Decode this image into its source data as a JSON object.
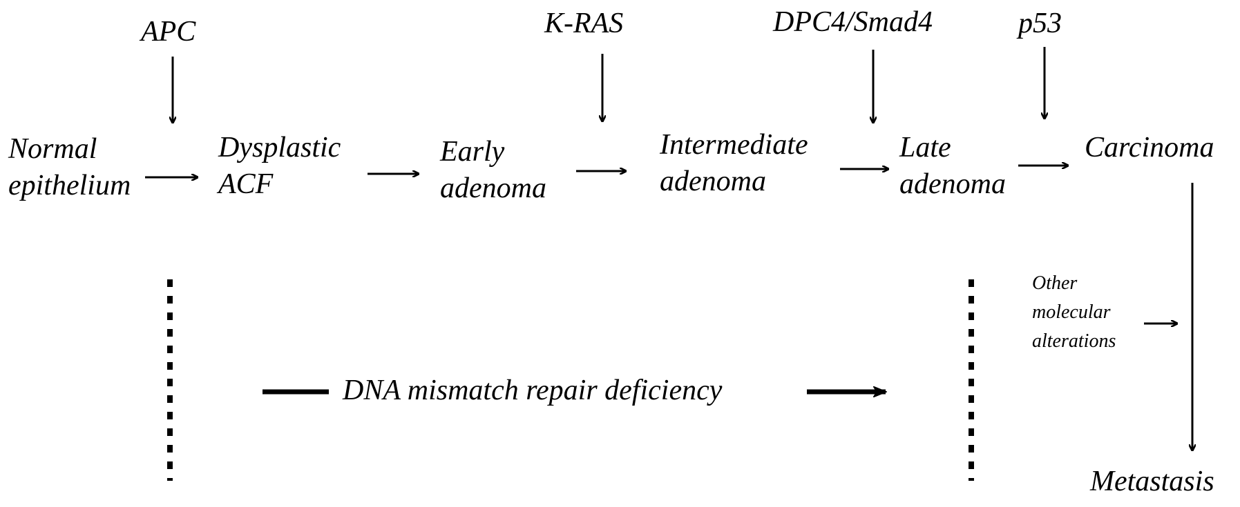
{
  "diagram": {
    "genes": {
      "apc": "APC",
      "kras": "K-RAS",
      "dpc4": "DPC4/Smad4",
      "p53": "p53"
    },
    "stages": [
      {
        "id": "normal",
        "line1": "Normal",
        "line2": "epithelium"
      },
      {
        "id": "dysplastic",
        "line1": "Dysplastic",
        "line2": "ACF"
      },
      {
        "id": "early",
        "line1": "Early",
        "line2": "adenoma"
      },
      {
        "id": "intermediate",
        "line1": "Intermediate",
        "line2": "adenoma"
      },
      {
        "id": "late",
        "line1": "Late",
        "line2": "adenoma"
      },
      {
        "id": "carcinoma",
        "line1": "Carcinoma",
        "line2": ""
      }
    ],
    "metastasis": "Metastasis",
    "mismatch_repair": "DNA mismatch repair deficiency",
    "other": {
      "line1": "Other",
      "line2": "molecular",
      "line3": "alterations"
    },
    "stroke_color": "#000000"
  }
}
